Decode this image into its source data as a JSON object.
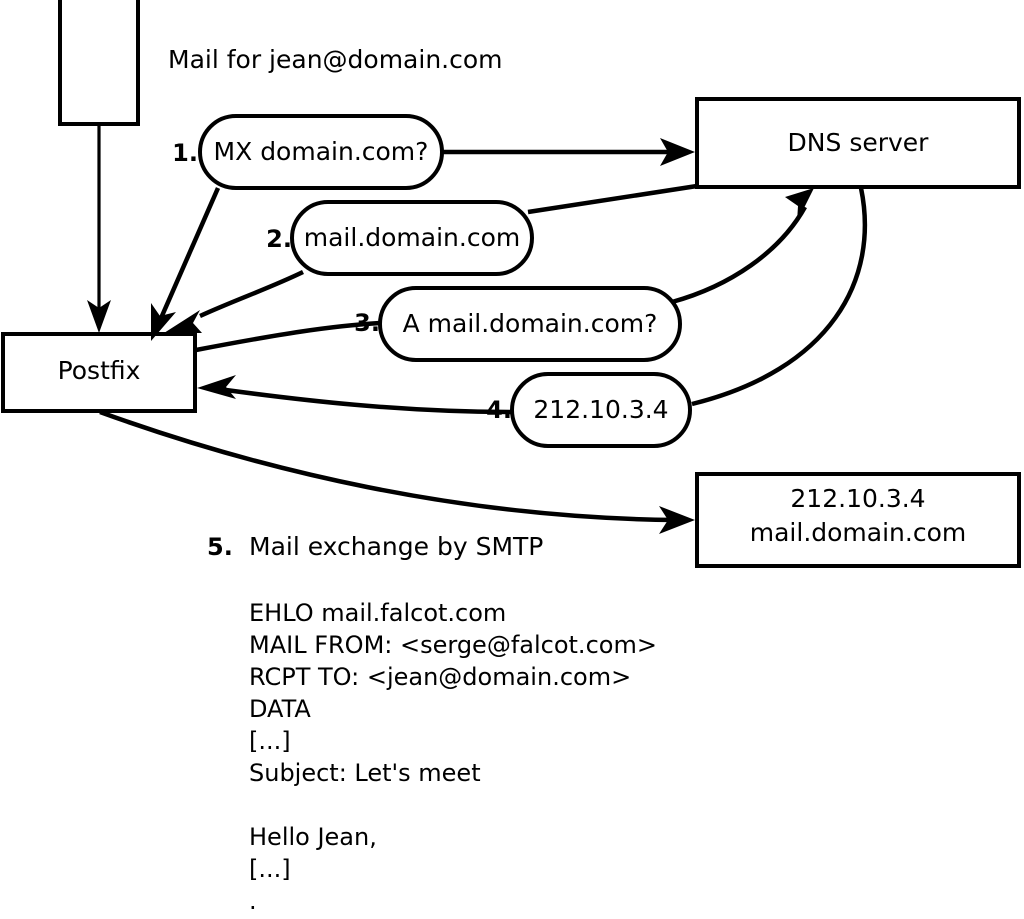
{
  "diagram": {
    "title_caption": "Mail for jean@domain.com",
    "nodes": {
      "sender_box": {
        "label": ""
      },
      "postfix": {
        "label": "Postfix"
      },
      "dns_server": {
        "label": "DNS server"
      },
      "mail_server": {
        "line1": "212.10.3.4",
        "line2": "mail.domain.com"
      }
    },
    "steps": [
      {
        "num": "1.",
        "label": "MX domain.com?"
      },
      {
        "num": "2.",
        "label": "mail.domain.com"
      },
      {
        "num": "3.",
        "label": "A mail.domain.com?"
      },
      {
        "num": "4.",
        "label": "212.10.3.4"
      }
    ],
    "step5": {
      "num": "5.",
      "label": "Mail exchange by SMTP"
    },
    "smtp_transcript": [
      "EHLO mail.falcot.com",
      "MAIL FROM: <serge@falcot.com>",
      "RCPT TO: <jean@domain.com>",
      "DATA",
      "[...]",
      "Subject: Let's meet",
      "",
      "Hello Jean,",
      "[...]",
      "."
    ],
    "colors": {
      "stroke": "#000000",
      "fill": "#ffffff",
      "text": "#000000"
    }
  }
}
